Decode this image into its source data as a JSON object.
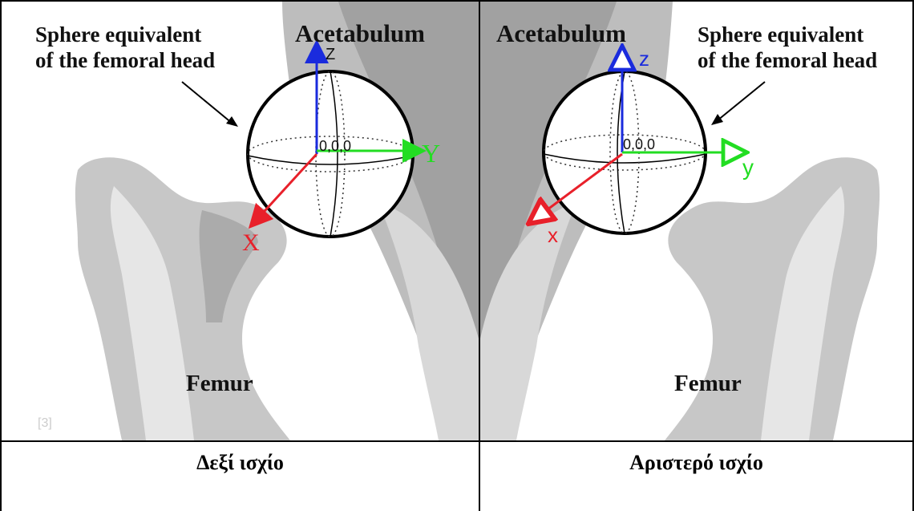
{
  "left_panel": {
    "sphere_label": [
      "Sphere equivalent",
      "of the femoral head"
    ],
    "acetabulum_label": "Acetabulum",
    "femur_label": "Femur",
    "origin_label": "0,0,0",
    "axis_x": "X",
    "axis_y": "Y",
    "axis_z": "Z",
    "corner_mark": "[3]"
  },
  "right_panel": {
    "sphere_label": [
      "Sphere equivalent",
      "of the femoral head"
    ],
    "acetabulum_label": "Acetabulum",
    "femur_label": "Femur",
    "origin_label": "0,0,0",
    "axis_x": "x",
    "axis_y": "y",
    "axis_z": "z"
  },
  "captions": {
    "left": "Δεξί ισχίο",
    "right": "Αριστερό ισχίο"
  },
  "colors": {
    "axis_x": "#e8202a",
    "axis_y": "#22dd22",
    "axis_z": "#1a2bdd",
    "bone_light": "#d9d9d9",
    "bone_dark": "#9a9a9a"
  }
}
